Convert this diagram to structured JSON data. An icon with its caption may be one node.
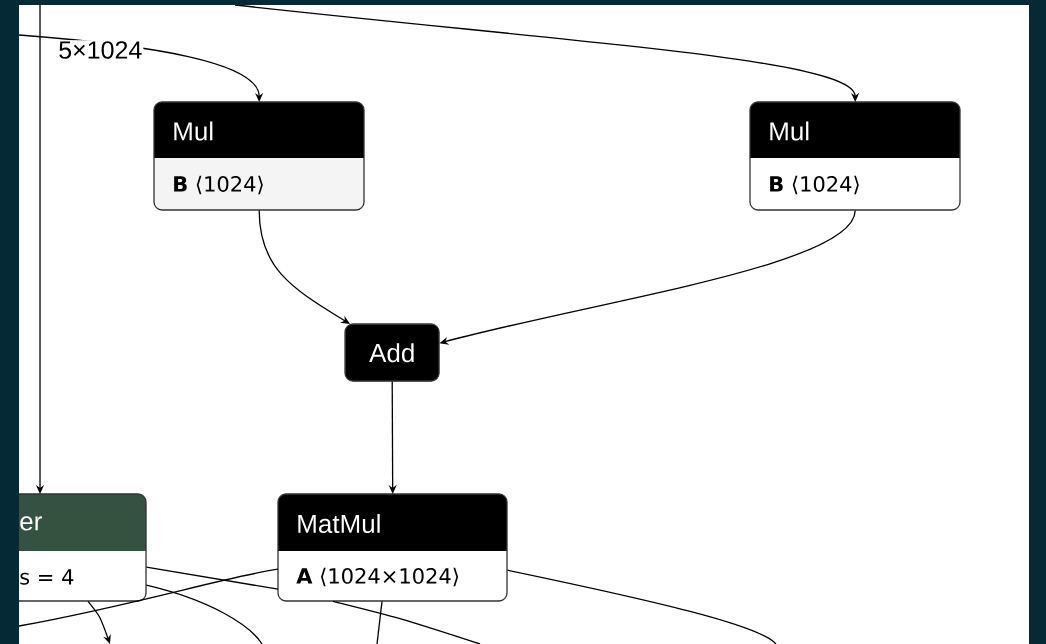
{
  "diagram": {
    "nodes": [
      {
        "text": [
          "Mul",
          "**B** ⟨1024⟩"
        ]
      },
      {
        "text": [
          "Mul",
          "**B** ⟨1024⟩"
        ]
      },
      {
        "text": [
          "Add"
        ]
      },
      {
        "text": [
          "er",
          "s = 4"
        ]
      },
      {
        "text": [
          "MatMul",
          "**A** ⟨1024×1024⟩"
        ]
      }
    ],
    "edges": [
      {
        "from": null,
        "to": 0,
        "arrow": "to",
        "label": "5×1024"
      },
      {
        "from": null,
        "to": 1,
        "arrow": "to"
      },
      {
        "from": null,
        "to": 3,
        "arrow": "to"
      },
      {
        "from": 0,
        "to": 2,
        "arrow": "to"
      },
      {
        "from": 1,
        "to": 2,
        "arrow": "to"
      },
      {
        "from": 2,
        "to": 4,
        "arrow": "to"
      },
      {
        "from": null,
        "to": 4,
        "arrow": "none"
      },
      {
        "from": 4,
        "to": null,
        "arrow": "none"
      },
      {
        "from": 3,
        "to": 4,
        "arrow": "none"
      },
      {
        "from": 4,
        "to": null,
        "arrow": "none"
      },
      {
        "from": 3,
        "to": null,
        "arrow": "none"
      },
      {
        "from": 3,
        "to": null,
        "arrow": "to"
      },
      {
        "from": 4,
        "to": null,
        "arrow": "none"
      }
    ]
  }
}
